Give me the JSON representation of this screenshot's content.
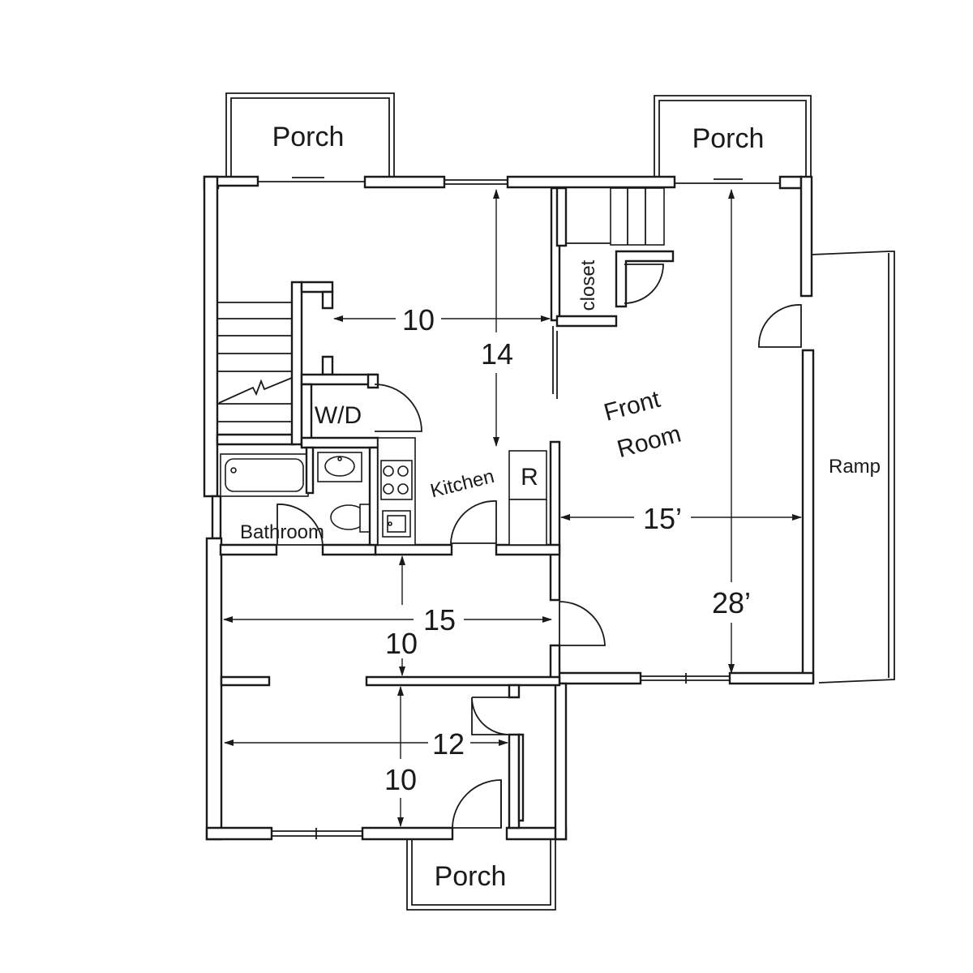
{
  "plan": {
    "labels": {
      "porch_top_left": "Porch",
      "porch_top_right": "Porch",
      "porch_bottom": "Porch",
      "closet": "closet",
      "wd": "W/D",
      "kitchen": "Kitchen",
      "refrigerator": "R",
      "bathroom": "Bathroom",
      "front_room_line1": "Front",
      "front_room_line2": "Room",
      "ramp": "Ramp"
    },
    "dimensions": {
      "upper_room_width": "10",
      "upper_room_depth": "14",
      "front_room_width": "15’",
      "front_room_depth": "28’",
      "middle_room_width": "15",
      "middle_room_depth": "10",
      "lower_room_width": "12",
      "lower_room_depth": "10"
    }
  },
  "colors": {
    "line": "#1a1a1a",
    "background": "#ffffff"
  }
}
